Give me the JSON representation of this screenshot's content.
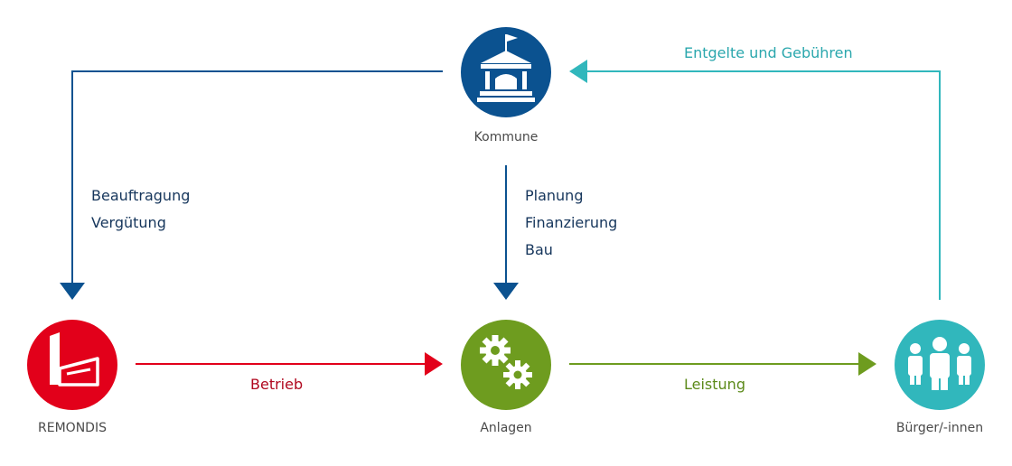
{
  "colors": {
    "navy": "#0b5290",
    "red": "#e2001a",
    "green": "#6e9c1f",
    "teal": "#31b7bc",
    "dark_text": "#16365c",
    "red_text": "#b0071e",
    "green_text": "#5c8a1a",
    "teal_text": "#2aa7ad",
    "gray_text": "#4a4a4a"
  },
  "nodes": {
    "kommune": {
      "label": "Kommune",
      "icon": "town-hall-icon"
    },
    "remondis": {
      "label": "REMONDIS",
      "icon": "factory-icon"
    },
    "anlagen": {
      "label": "Anlagen",
      "icon": "gears-icon"
    },
    "buerger": {
      "label": "Bürger/-innen",
      "icon": "people-icon"
    }
  },
  "flows": {
    "kommune_to_remondis": {
      "lines": [
        "Beauftragung",
        "Vergütung"
      ]
    },
    "kommune_to_anlagen": {
      "lines": [
        "Planung",
        "Finanzierung",
        "Bau"
      ]
    },
    "remondis_to_anlagen": {
      "label": "Betrieb"
    },
    "anlagen_to_buerger": {
      "label": "Leistung"
    },
    "buerger_to_kommune": {
      "label": "Entgelte und Gebühren"
    }
  }
}
